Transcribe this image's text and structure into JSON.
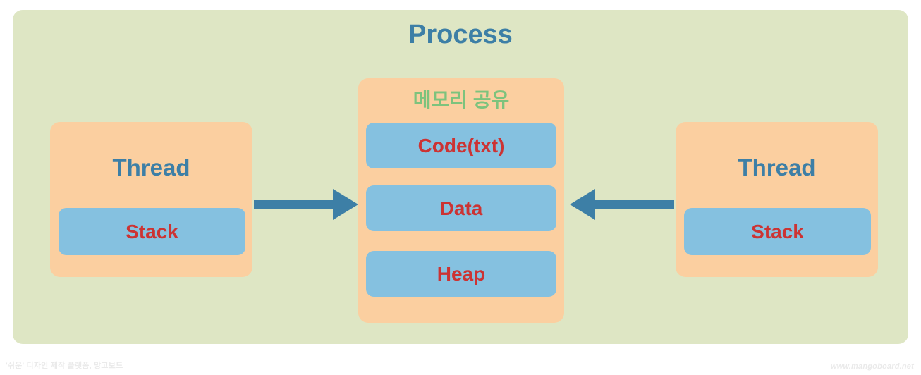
{
  "diagram": {
    "title": "Process",
    "title_color": "#3d7fa6",
    "panel_color": "#dee6c4",
    "container_color": "#fbcfa0",
    "segment_color": "#85c1e0",
    "segment_text_color": "#cc3333",
    "shared_memory_text_color": "#7dc37d",
    "arrow_color": "#3d7fa6"
  },
  "threads": [
    {
      "label": "Thread",
      "stack": {
        "label": "Stack"
      }
    },
    {
      "label": "Thread",
      "stack": {
        "label": "Stack"
      }
    }
  ],
  "memory": {
    "label": "메모리 공유",
    "segments": [
      {
        "label": "Code(txt)"
      },
      {
        "label": "Data"
      },
      {
        "label": "Heap"
      }
    ]
  },
  "arrows": [
    {
      "name": "thread-left-to-memory",
      "direction": "right"
    },
    {
      "name": "thread-right-to-memory",
      "direction": "left"
    }
  ],
  "footer": {
    "left": "'쉬운' 디자인 제작 플랫폼, 망고보드",
    "right": "www.mangoboard.net"
  }
}
